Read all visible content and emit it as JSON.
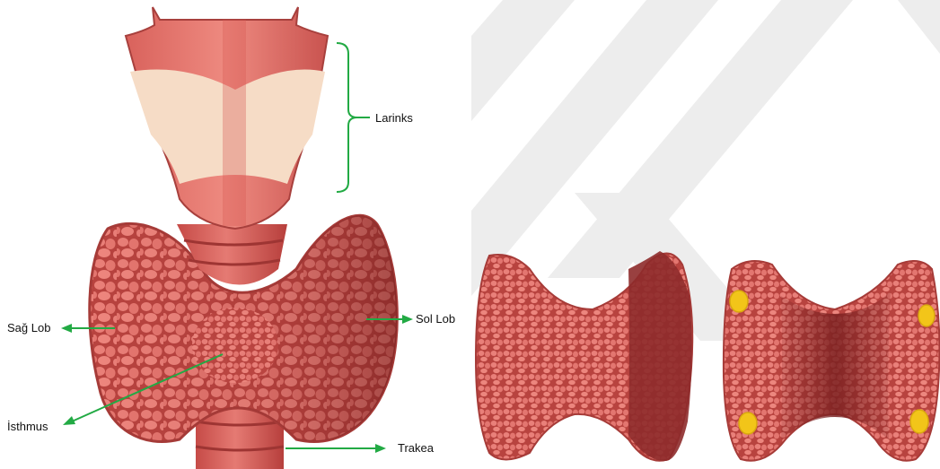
{
  "labels": {
    "larynx": "Larinks",
    "right_lobe": "Sağ Lob",
    "left_lobe": "Sol Lob",
    "isthmus": "İsthmus",
    "trachea": "Trakea"
  },
  "colors": {
    "tissue": "#c9534f",
    "tissue_light": "#e8726b",
    "follicle": "#f08a80",
    "dark_tissue": "#8e2b2b",
    "cartilage": "#f6dcc6",
    "arrow": "#22aa44",
    "parathyroid": "#f2c519",
    "watermark": "#ececec"
  },
  "icons": {
    "watermark": "diagonal-k-watermark-icon"
  }
}
